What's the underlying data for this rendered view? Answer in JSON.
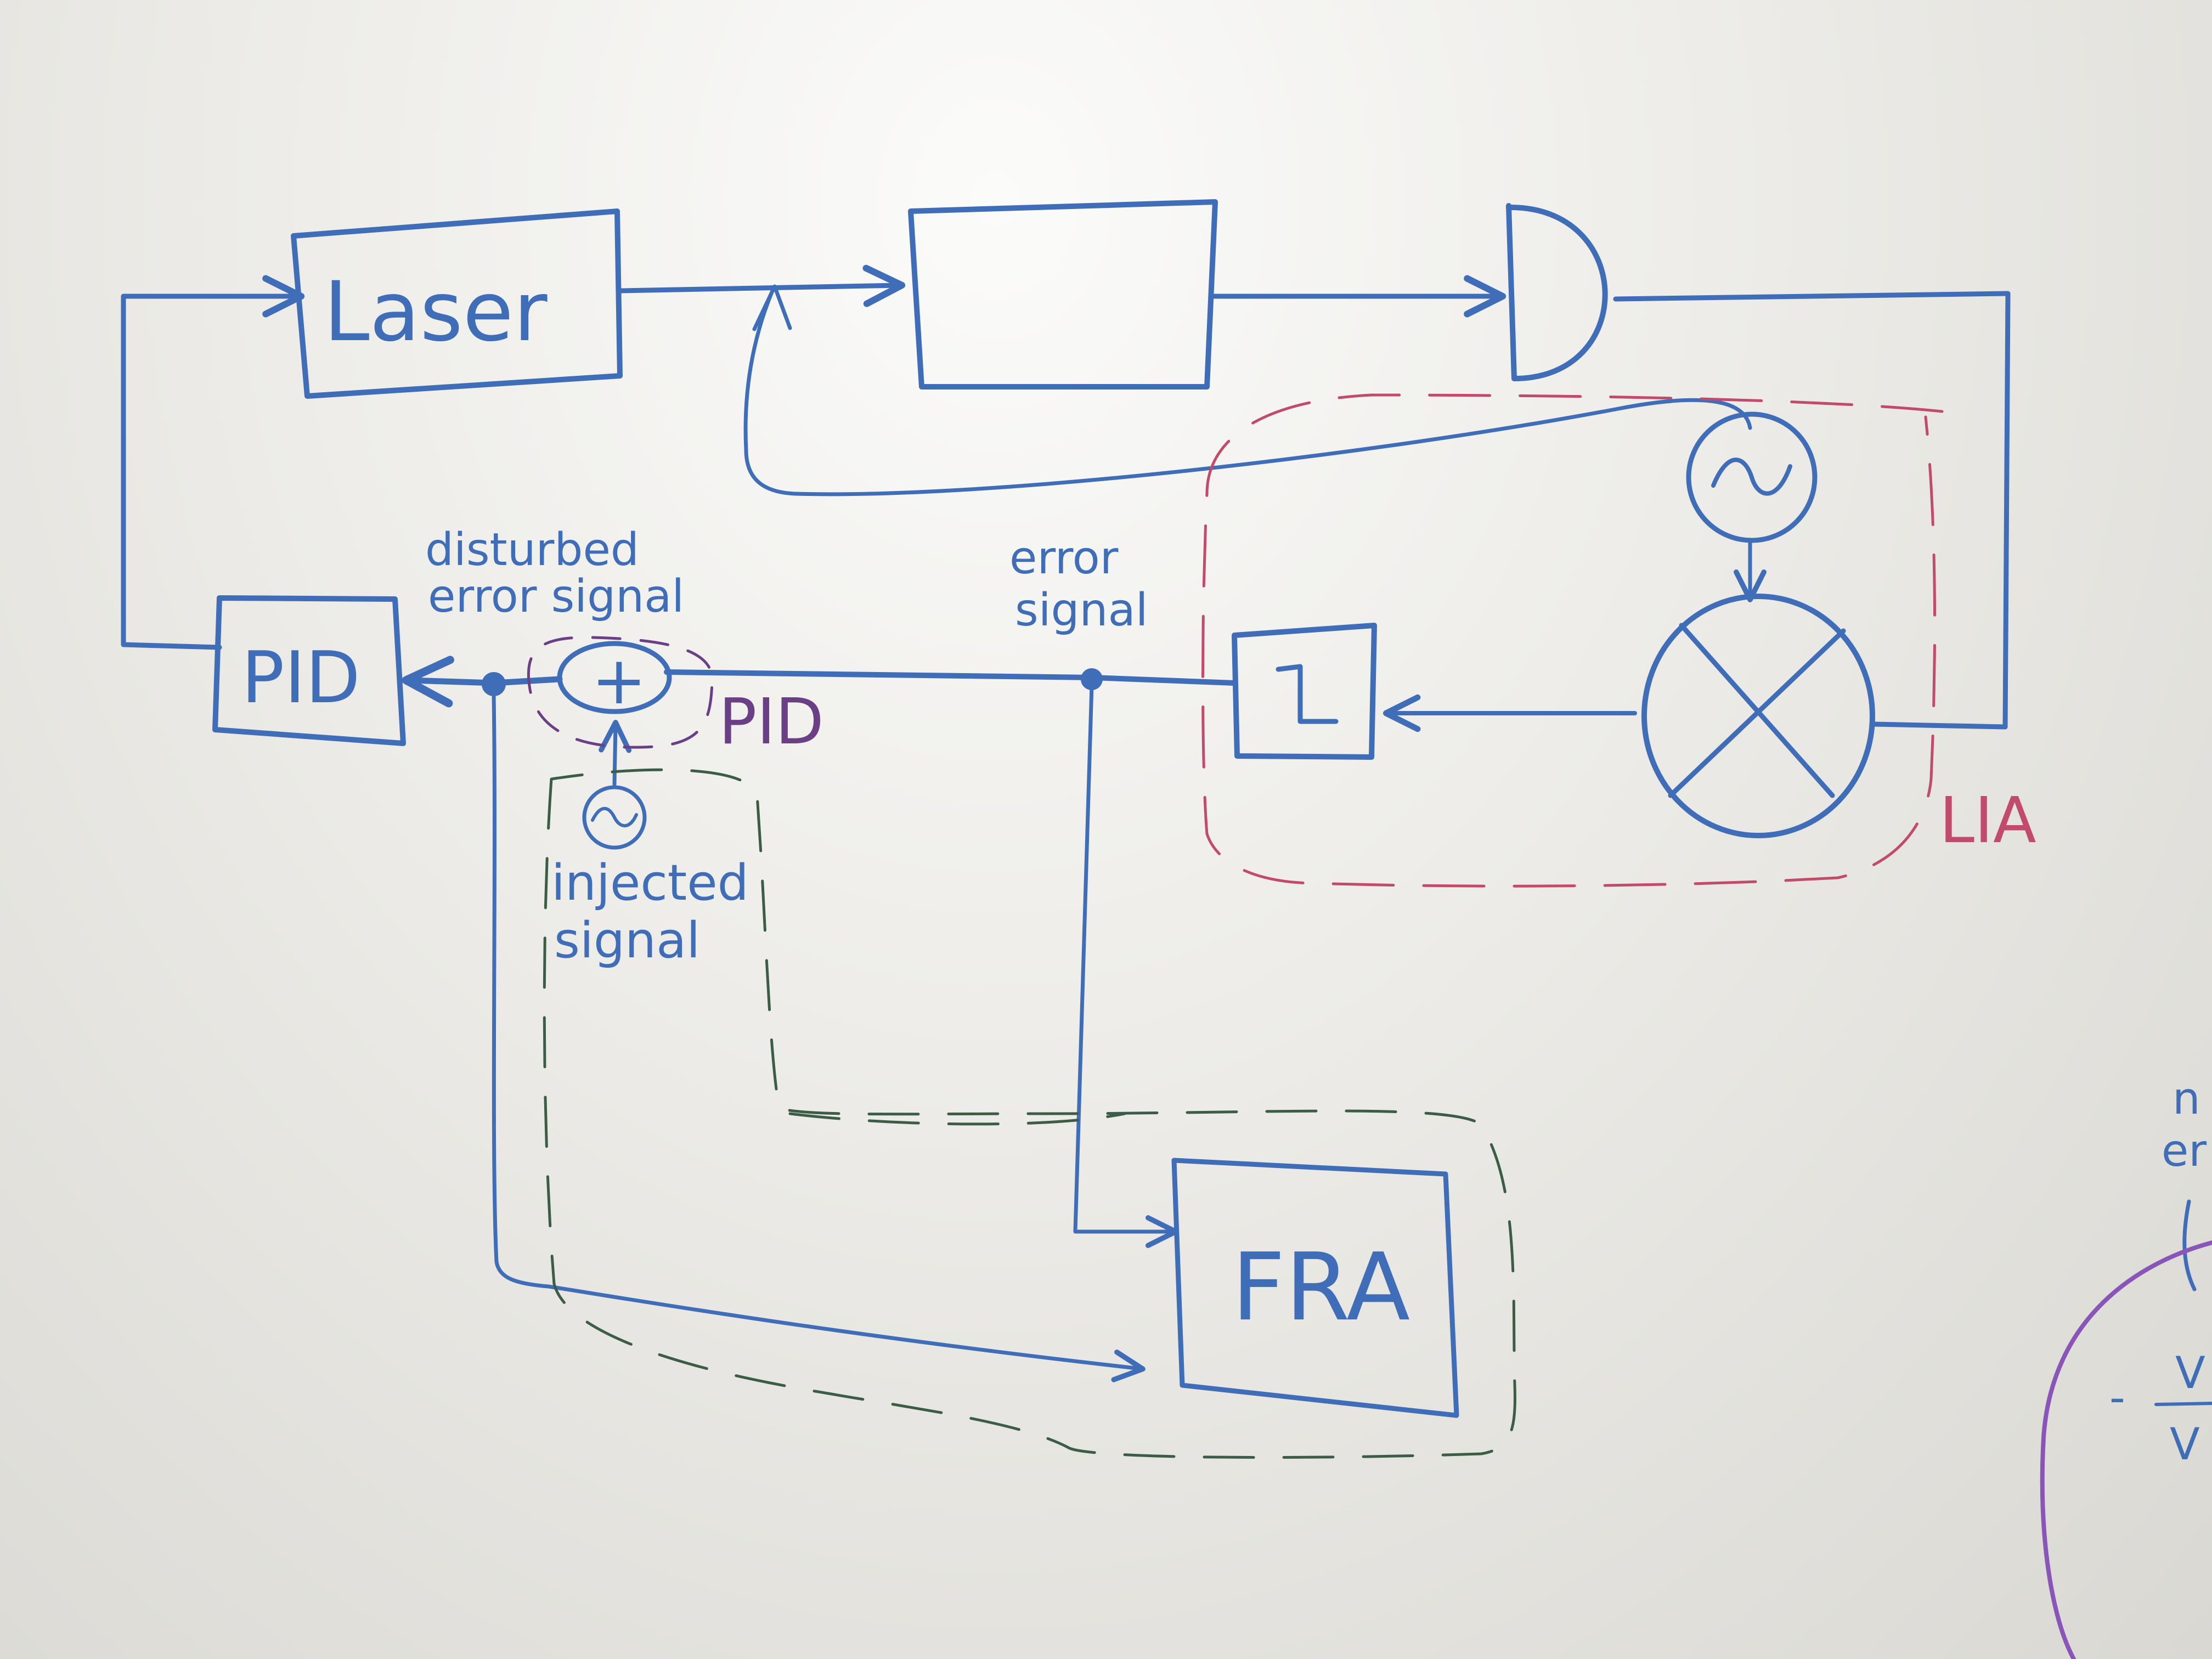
{
  "blocks": {
    "laser": "Laser",
    "pid": "PID",
    "fra": "FRA",
    "adder": "+"
  },
  "labels": {
    "disturbed_line1": "disturbed",
    "disturbed_line2": "error signal",
    "error_line1": "error",
    "error_line2": "signal",
    "pid_group": "PID",
    "injected_line1": "injected",
    "injected_line2": "signal",
    "lia": "LIA"
  },
  "edge_text": {
    "line1": "n",
    "line2": "er",
    "fraction_num": "V",
    "fraction_den": "V",
    "minus": "-"
  },
  "colors": {
    "marker_blue": "#3f6db8",
    "lia_red": "#c24a6a",
    "pid_purple": "#6a3f86",
    "fra_green": "#3b5d45",
    "edge_purple": "#8a55b8"
  }
}
